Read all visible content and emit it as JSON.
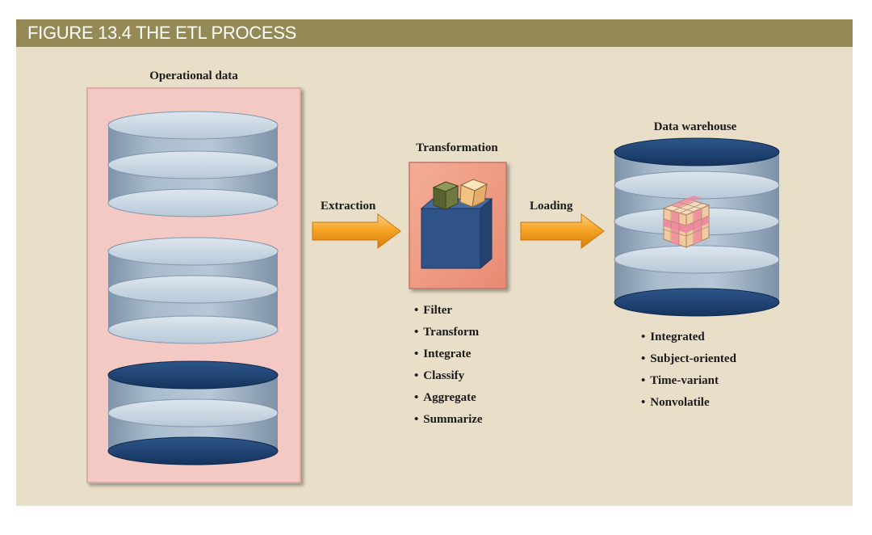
{
  "figure": {
    "title": "FIGURE 13.4 THE ETL PROCESS"
  },
  "labels": {
    "operational_data": "Operational data",
    "extraction": "Extraction",
    "transformation": "Transformation",
    "loading": "Loading",
    "data_warehouse": "Data warehouse"
  },
  "transformation_steps": [
    "Filter",
    "Transform",
    "Integrate",
    "Classify",
    "Aggregate",
    "Summarize"
  ],
  "warehouse_traits": [
    "Integrated",
    "Subject-oriented",
    "Time-variant",
    "Nonvolatile"
  ],
  "colors": {
    "header": "#958a55",
    "panel_bg": "#e9dfc9",
    "operational_panel": "#f4c9c3",
    "transform_panel": "#ee9c85",
    "arrow": "#f2a126",
    "cylinder_body": "#9fb3c6",
    "cylinder_dark": "#1d3f6e",
    "box": "#2b4b7e"
  }
}
